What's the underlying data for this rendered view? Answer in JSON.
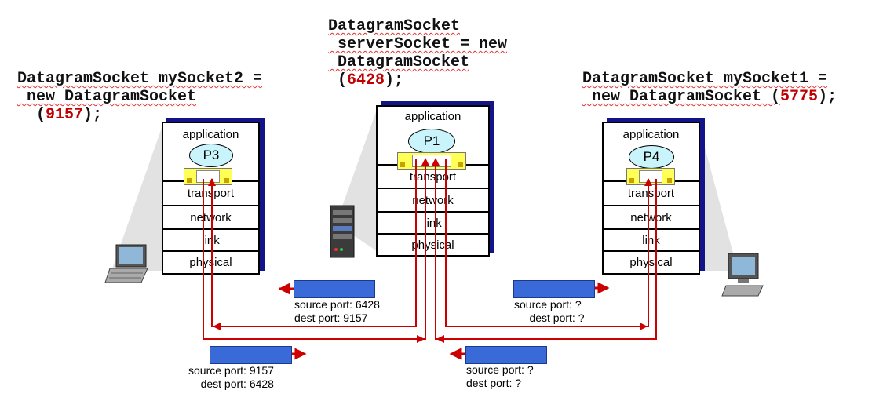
{
  "server_code": {
    "line1": "DatagramSocket",
    "line2": " serverSocket = new",
    "line3": " DatagramSocket",
    "line4_open": " (",
    "line4_num": "6428",
    "line4_close": ");"
  },
  "left_code": {
    "line1": "DatagramSocket mySocket2 =",
    "line2": " new DatagramSocket",
    "line3_open": "  (",
    "line3_num": "9157",
    "line3_close": ");"
  },
  "right_code": {
    "line1": "DatagramSocket mySocket1 =",
    "line2_text": " new DatagramSocket (",
    "line2_num": "5775",
    "line2_close": ");"
  },
  "hosts": {
    "left": {
      "process": "P3"
    },
    "server": {
      "process": "P1"
    },
    "right": {
      "process": "P4"
    }
  },
  "layers": {
    "application": "application",
    "transport": "transport",
    "network": "network",
    "link": "link",
    "physical": "physical"
  },
  "segments": {
    "server_to_left": {
      "source": "source port: 6428",
      "dest": "dest port: 9157"
    },
    "left_to_server": {
      "source": "source port: 9157",
      "dest": "dest port: 6428"
    },
    "server_to_right": {
      "source": "source port: ?",
      "dest": "dest port: ?"
    },
    "right_to_server": {
      "source": "source port: ?",
      "dest": "dest port: ?"
    }
  },
  "colors": {
    "arrow": "#cc0000",
    "segment": "#3a6ad8",
    "socket": "#ffff55",
    "process": "#c9f4fb",
    "stack_shadow": "#14148a",
    "code_number": "#c00000"
  },
  "icons": [
    "laptop-icon",
    "server-tower-icon",
    "desktop-computer-icon"
  ]
}
